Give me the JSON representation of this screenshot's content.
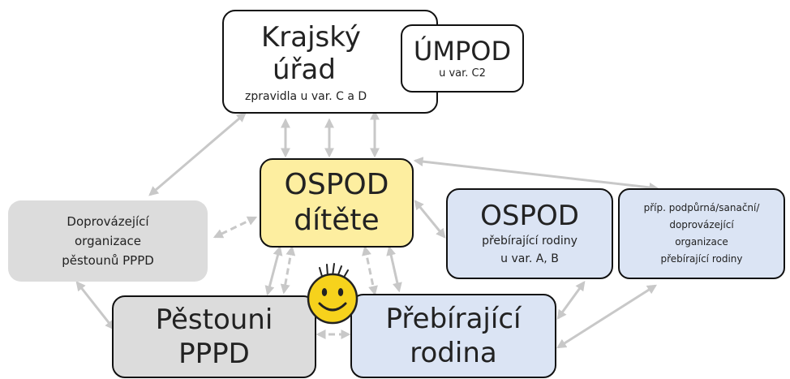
{
  "nodes": {
    "krajsky": {
      "line1": "Krajský",
      "line2": "úřad",
      "note": "zpravidla u var. C a D"
    },
    "umpod": {
      "title": "ÚMPOD",
      "note": "u var. C2"
    },
    "ospod_ditete": {
      "line1": "OSPOD",
      "line2": "dítěte"
    },
    "doprovazejici": {
      "line1": "Doprovázející",
      "line2": "organizace",
      "line3": "pěstounů PPPD"
    },
    "ospod_prebirajici": {
      "title": "OSPOD",
      "line1": "přebírající rodiny",
      "line2": "u var. A, B"
    },
    "podpurna": {
      "line1": "příp. podpůrná/sanační/",
      "line2": "doprovázející",
      "line3": "organizace",
      "line4": "přebírající rodiny"
    },
    "pestouni": {
      "line1": "Pěstouni",
      "line2": "PPPD"
    },
    "prebirajici_rodina": {
      "line1": "Přebírající",
      "line2": "rodina"
    }
  },
  "colors": {
    "white": "#ffffff",
    "yellow": "#fdeea0",
    "blue": "#dbe4f4",
    "gray": "#dcdcdc",
    "arrow": "#c8c8c8",
    "face": "#f6d21c"
  },
  "icons": {
    "child": "smiley-face-icon"
  }
}
